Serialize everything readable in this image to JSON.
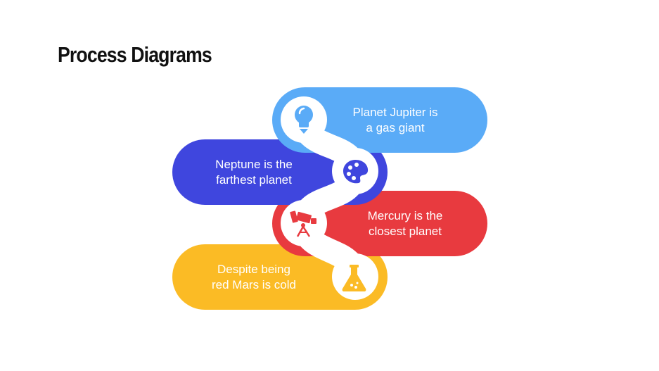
{
  "page": {
    "title": "Process Diagrams"
  },
  "colors": {
    "background": "#ffffff",
    "title": "#111111",
    "blue": "#5AABF7",
    "indigo": "#3F46DE",
    "red": "#E83A3F",
    "yellow": "#FBBB25",
    "connector": "#ffffff"
  },
  "steps": [
    {
      "id": "jupiter",
      "color": "blue",
      "icon": "lightbulb-icon",
      "line1": "Planet Jupiter is",
      "line2": "a gas giant"
    },
    {
      "id": "neptune",
      "color": "indigo",
      "icon": "palette-icon",
      "line1": "Neptune is the",
      "line2": "farthest planet"
    },
    {
      "id": "mercury",
      "color": "red",
      "icon": "telescope-icon",
      "line1": "Mercury is the",
      "line2": "closest planet"
    },
    {
      "id": "mars",
      "color": "yellow",
      "icon": "flask-icon",
      "line1": "Despite being",
      "line2": "red Mars is cold"
    }
  ]
}
